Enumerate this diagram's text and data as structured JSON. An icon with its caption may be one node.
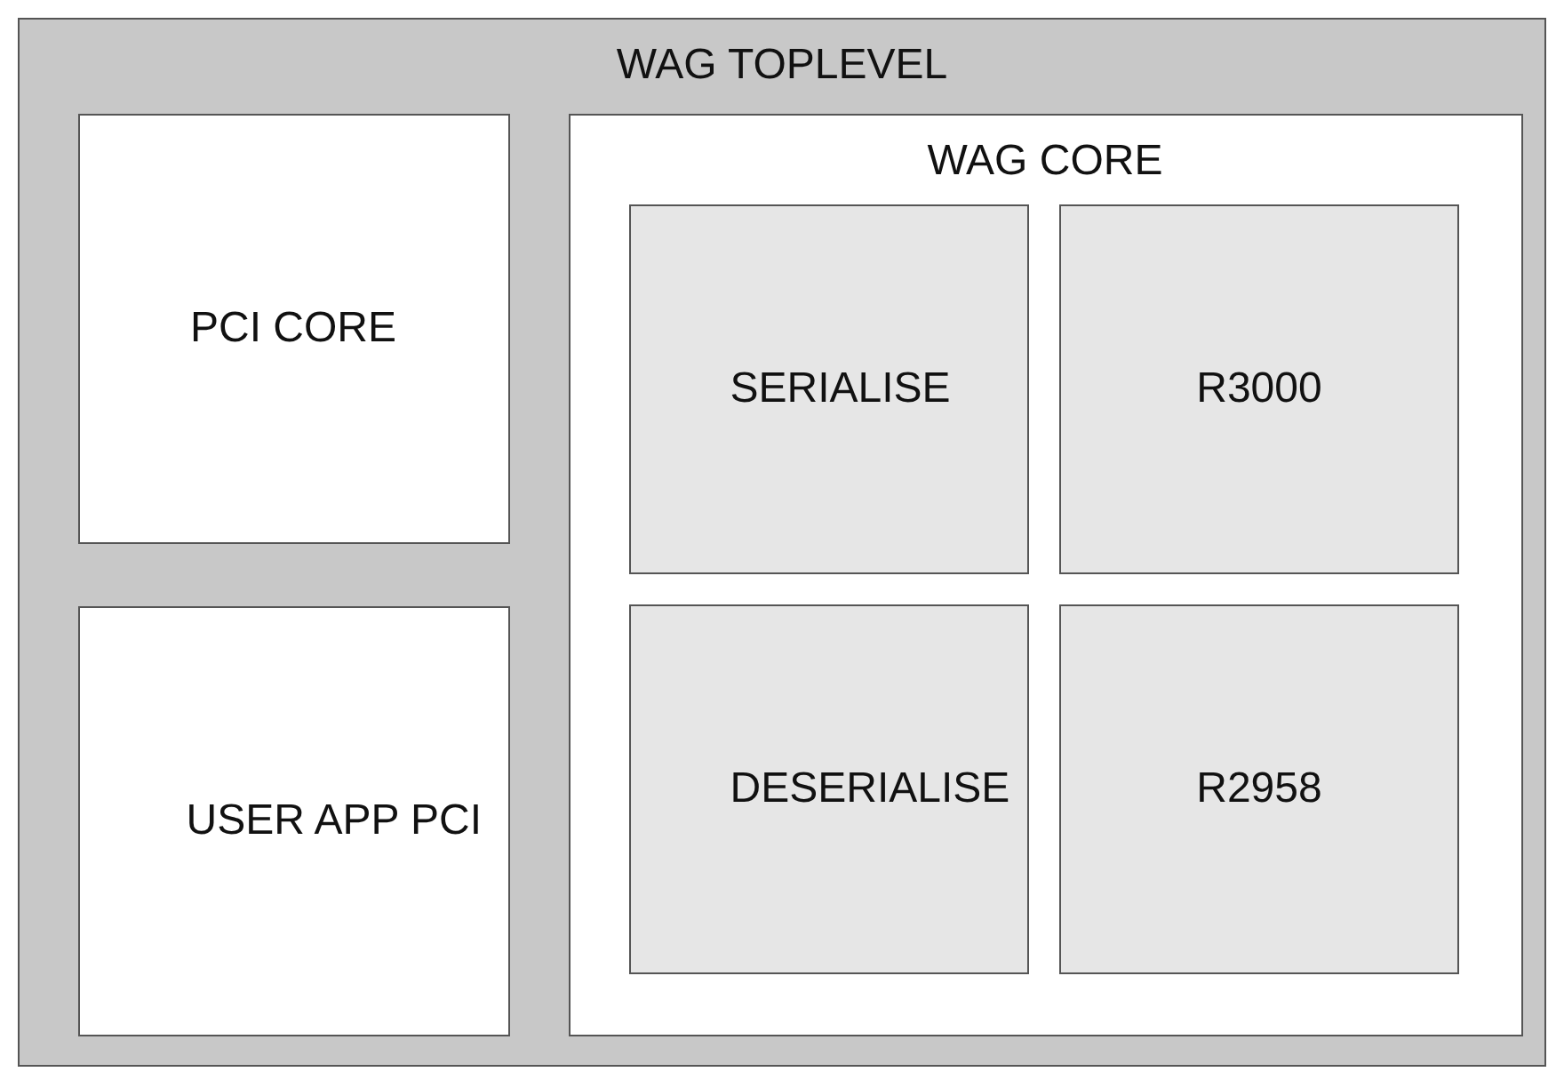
{
  "diagram": {
    "nodes": [
      {
        "text": [
          "WAG TOPLEVEL"
        ]
      },
      {
        "text": [
          "PCI CORE"
        ],
        "in": 0
      },
      {
        "text": [
          "USER APP PCI"
        ],
        "in": 0
      },
      {
        "text": [
          "WAG CORE"
        ],
        "in": 0
      },
      {
        "text": [
          "SERIALISE"
        ],
        "in": 3
      },
      {
        "text": [
          "R3000"
        ],
        "in": 3
      },
      {
        "text": [
          "DESERIALISE"
        ],
        "in": 3
      },
      {
        "text": [
          "R2958"
        ],
        "in": 3
      }
    ]
  }
}
